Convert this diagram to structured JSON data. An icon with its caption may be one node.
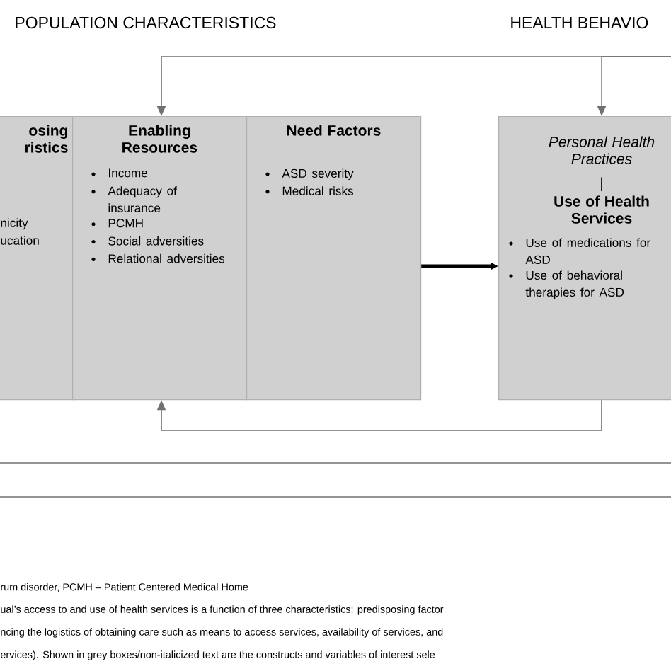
{
  "diagram": {
    "nodes": [
      {
        "text": [
          "osing ristics",
          "nicity",
          "ucation"
        ]
      },
      {
        "text": [
          "Enabling Resources",
          "Income",
          "Adequacy of insurance",
          "PCMH",
          "Social adversities",
          "Relational adversities"
        ]
      },
      {
        "text": [
          "Need Factors",
          "ASD severity",
          "Medical risks"
        ]
      },
      {
        "text": [
          "Personal Health Practices",
          "|",
          "Use of Health Services",
          "Use of medications for ASD",
          "Use of behavioral therapies for ASD"
        ]
      }
    ],
    "edges": [
      {
        "from": null,
        "to": 1,
        "arrow": "to"
      },
      {
        "from": null,
        "to": 3,
        "arrow": "to"
      },
      {
        "from": 2,
        "to": 3,
        "arrow": "to",
        "style": "thick",
        "color": "#000000"
      },
      {
        "from": 3,
        "to": 1,
        "arrow": "to"
      }
    ],
    "labels": [
      "POPULATION CHARACTERISTICS",
      "HEALTH BEHAVIO",
      "rum disorder, PCMH – Patient Centered Medical Home",
      "ual’s access to and use of health services is a function of three characteristics: predisposing factor",
      "ncing the logistics of obtaining care such as means to access services, availability of services, and",
      "ervices).  Shown in grey boxes/non-italicized text are the constructs and variables of interest sele"
    ]
  }
}
